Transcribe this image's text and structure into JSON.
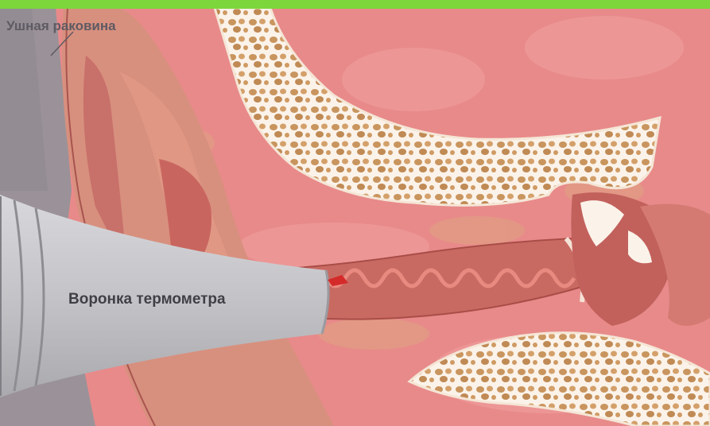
{
  "labels": {
    "auricle": "Ушная раковина",
    "funnel": "Воронка термометра"
  },
  "colors": {
    "top_bar": "#7cd63c",
    "tissue": "#e88a8a",
    "bone": "#fbf3ea",
    "bone_spot": "#c9955e",
    "ear_canal": "#c96a62",
    "funnel": "#c8c8cc",
    "background_gray": "#9a9298"
  },
  "icons": [
    "thermometer-funnel-icon",
    "ear-anatomy-illustration"
  ]
}
